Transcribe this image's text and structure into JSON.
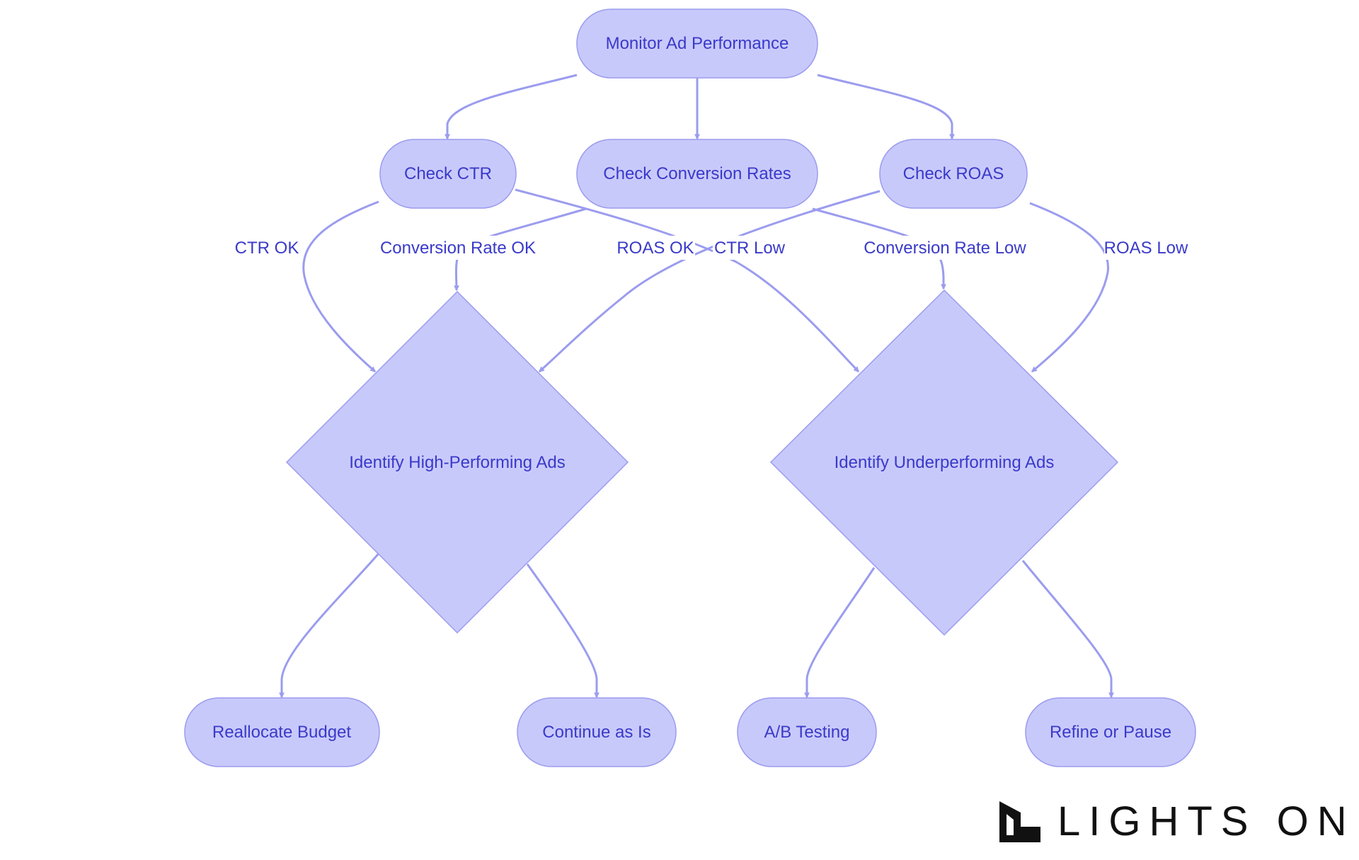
{
  "diagram": {
    "nodes": {
      "monitor": "Monitor Ad Performance",
      "check_ctr": "Check CTR",
      "check_conversion": "Check Conversion Rates",
      "check_roas": "Check ROAS",
      "high_performing": "Identify High-Performing Ads",
      "underperforming": "Identify Underperforming Ads",
      "reallocate": "Reallocate Budget",
      "continue": "Continue as Is",
      "ab_testing": "A/B Testing",
      "refine": "Refine or Pause"
    },
    "edge_labels": {
      "ctr_ok": "CTR OK",
      "conversion_ok": "Conversion Rate OK",
      "roas_ok": "ROAS OK",
      "ctr_low": "CTR Low",
      "conversion_low": "Conversion Rate Low",
      "roas_low": "ROAS Low"
    },
    "colors": {
      "node_fill": "#c8c9fb",
      "node_stroke": "#9b9cee",
      "edge": "#9b9cee",
      "text": "#3a3ac9"
    }
  },
  "logo": {
    "text": "LIGHTS ON"
  }
}
